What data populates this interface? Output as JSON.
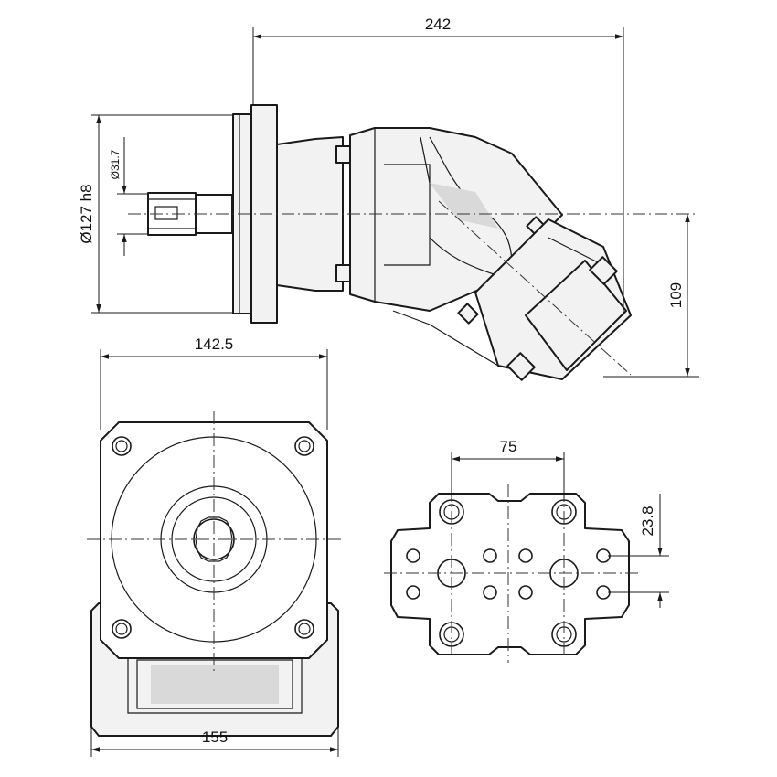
{
  "dimensions": {
    "overall_length": "242",
    "flange_diameter": "Ø127 h8",
    "shaft_diameter": "Ø31.7",
    "port_offset": "109",
    "flange_width": "142.5",
    "base_width": "155",
    "port_spacing": "75",
    "port_hole_pitch": "23.8"
  }
}
